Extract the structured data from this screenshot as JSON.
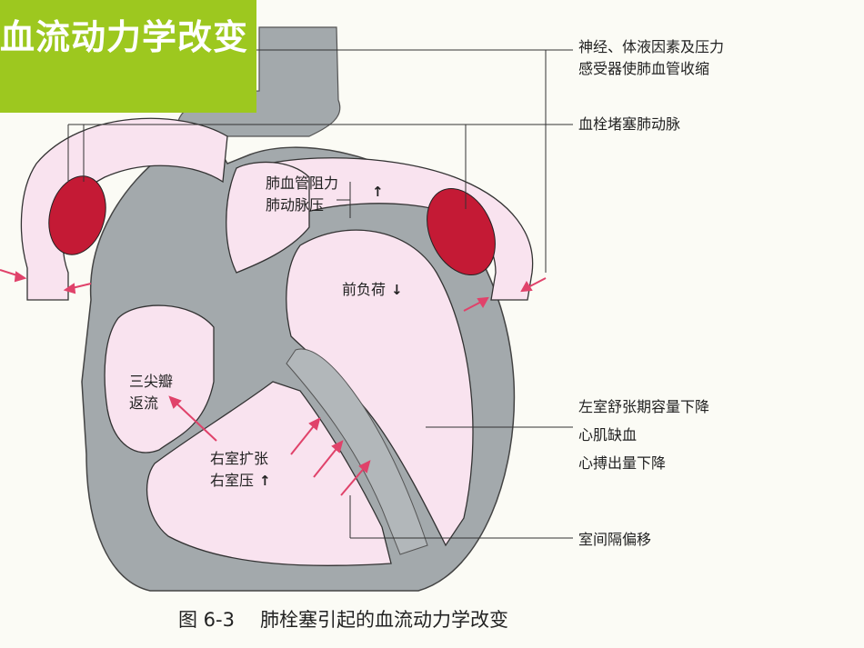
{
  "title_banner": "血流动力学改变",
  "labels": {
    "neural_humoral_line1": "神经、体液因素及压力",
    "neural_humoral_line2": "感受器使肺血管收缩",
    "embolus": "血栓堵塞肺动脉",
    "pulm_resistance": "肺血管阻力",
    "pulm_pressure": "肺动脉压",
    "preload": "前负荷",
    "tricuspid_line1": "三尖瓣",
    "tricuspid_line2": "返流",
    "rv_dilation": "右室扩张",
    "rv_pressure": "右室压",
    "lv_line1": "左室舒张期容量下降",
    "lv_line2": "心肌缺血",
    "lv_line3": "心搏出量下降",
    "septum_shift": "室间隔偏移"
  },
  "caption": {
    "figure_number": "图 6-3",
    "text": "肺栓塞引起的血流动力学改变"
  },
  "colors": {
    "banner": "#9dc81f",
    "vessel_fill": "#f9e3ef",
    "embolus_fill": "#c41a35",
    "heart_gray": "#9aa0a3",
    "arrow_red": "#e0426a"
  }
}
